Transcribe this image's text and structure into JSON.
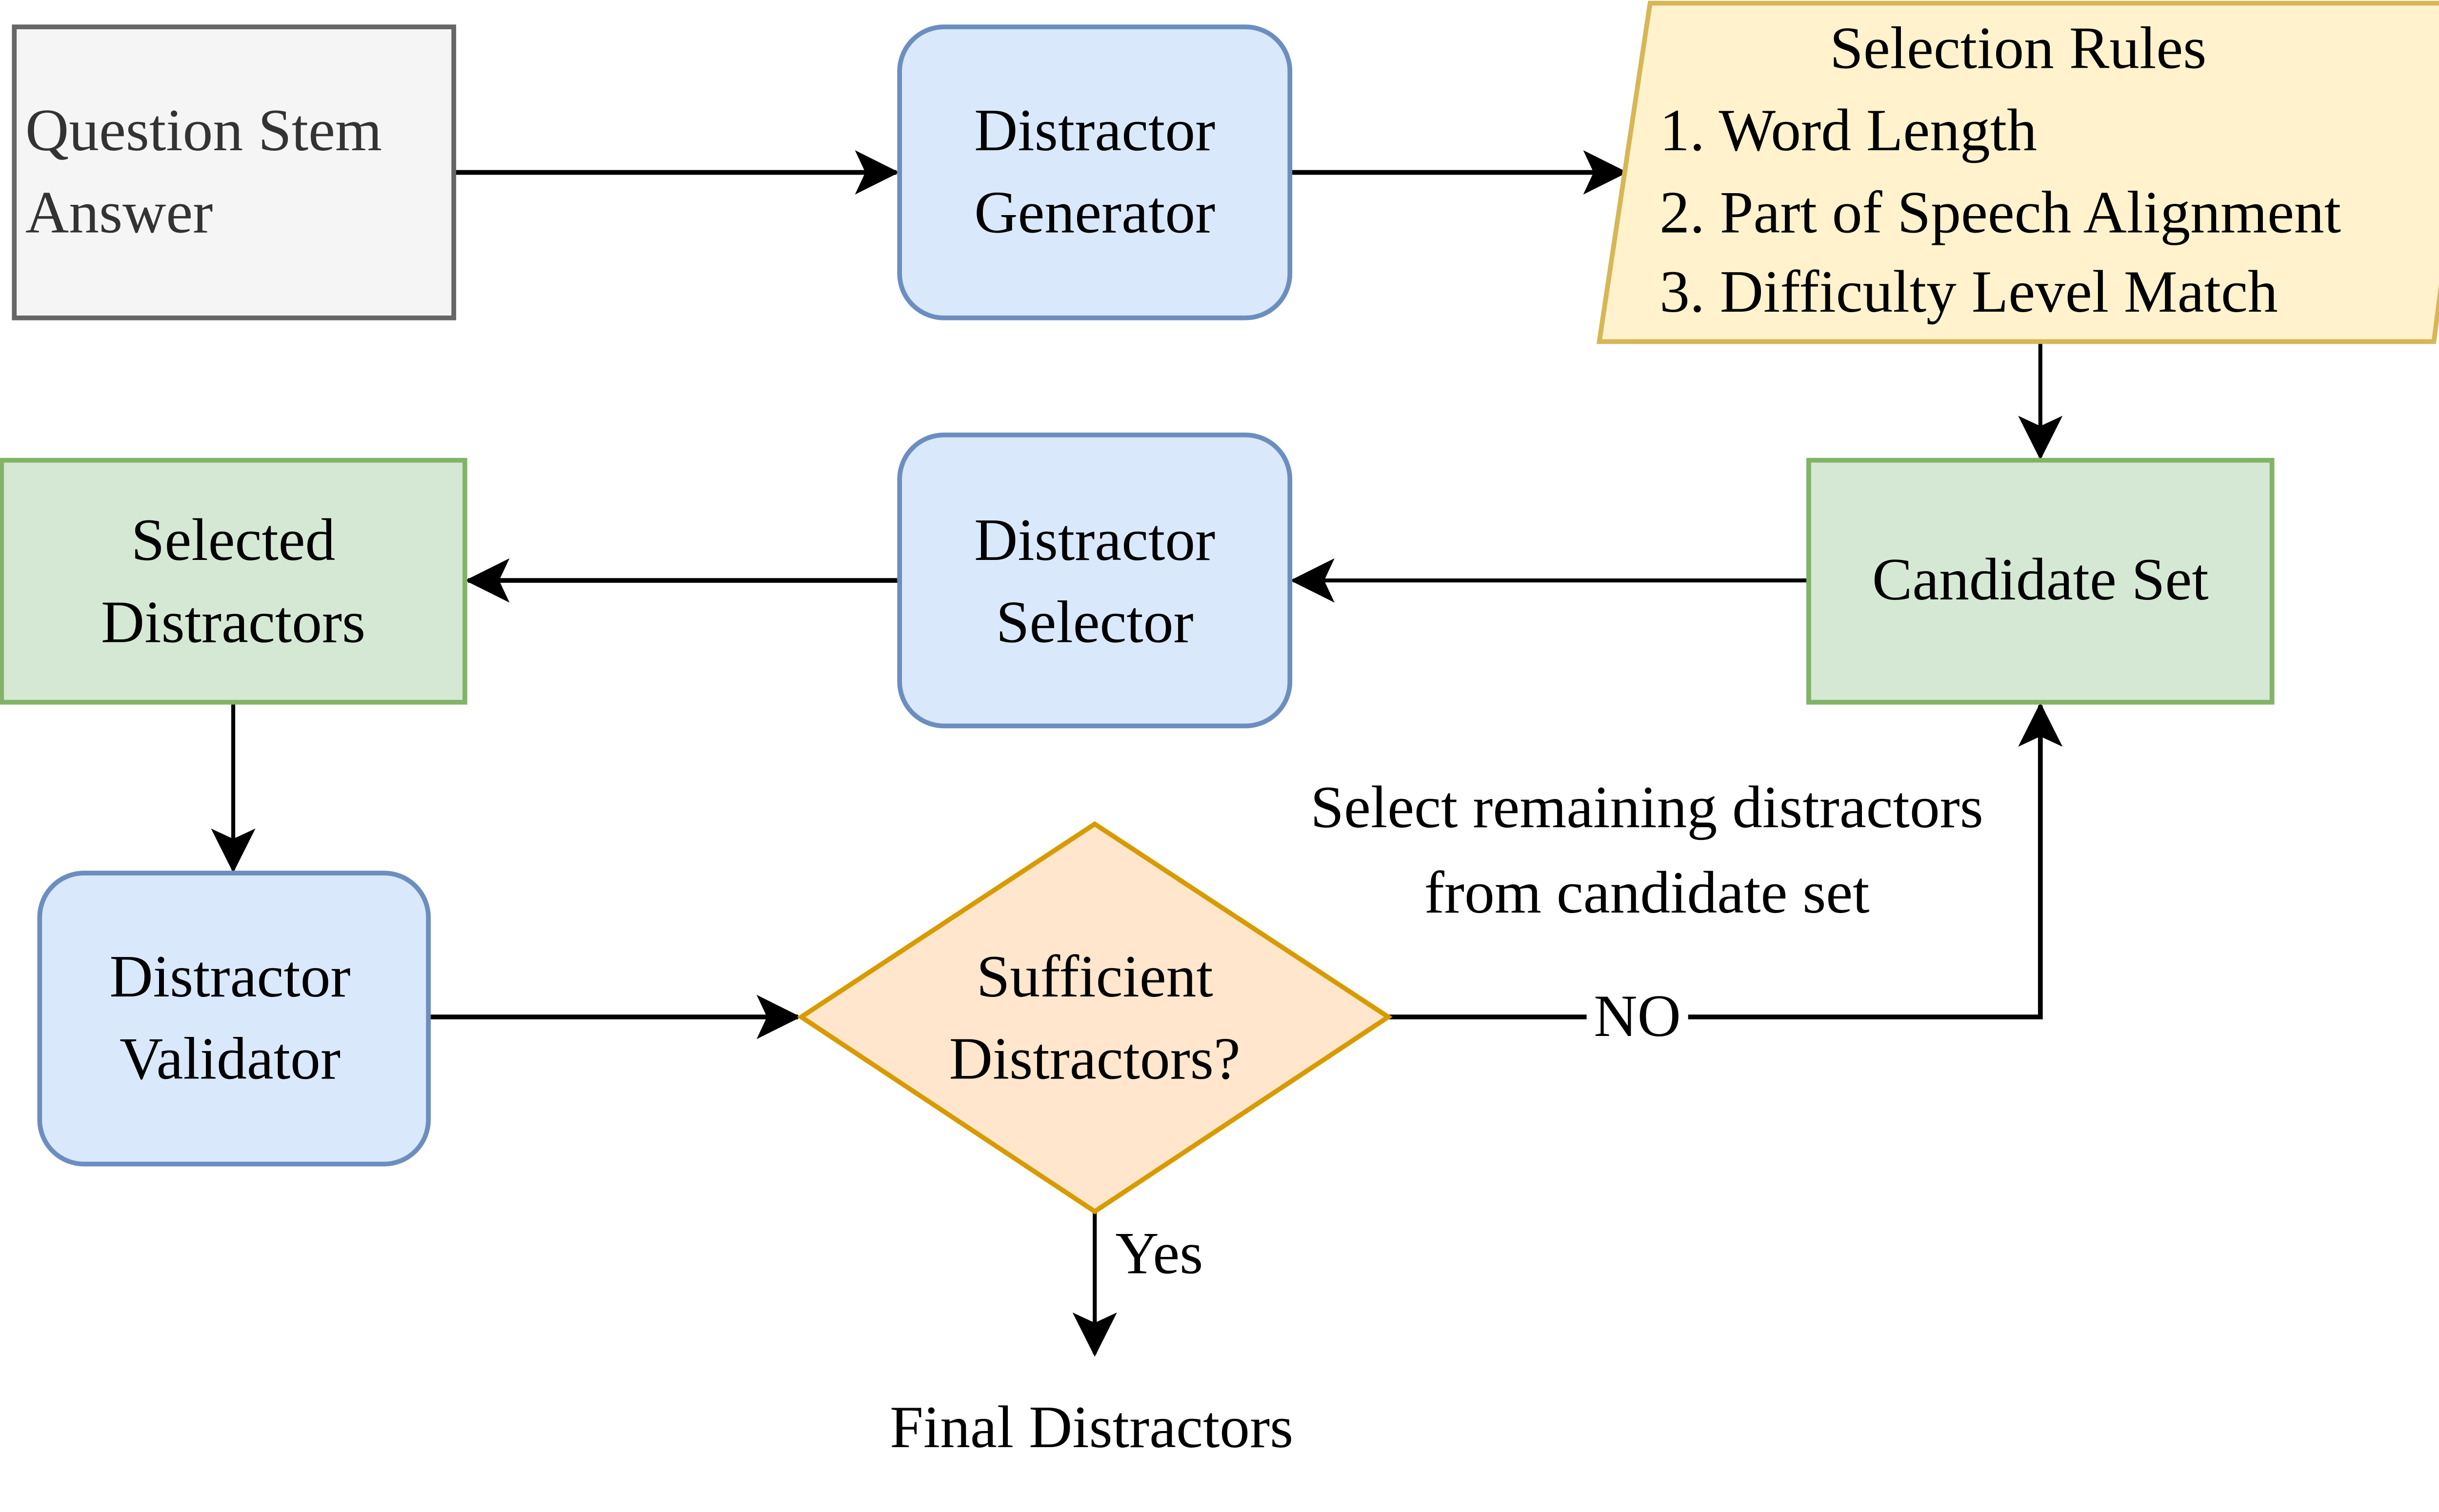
{
  "diagram": {
    "nodes": {
      "input": {
        "lines": [
          "Question Stem",
          "Answer"
        ],
        "fill": "#f5f5f5",
        "stroke": "#666666",
        "text_color": "#333333"
      },
      "generator": {
        "lines": [
          "Distractor",
          "Generator"
        ],
        "fill": "#dae8fc",
        "stroke": "#6c8ebf"
      },
      "rules": {
        "title": "Selection Rules",
        "items": [
          "1. Word Length",
          "2. Part of Speech Alignment",
          "3. Difficulty Level Match"
        ],
        "fill": "#fff2cc",
        "stroke": "#d6b656"
      },
      "candidate_set": {
        "lines": [
          "Candidate Set"
        ],
        "fill": "#d5e8d4",
        "stroke": "#82b366"
      },
      "selector": {
        "lines": [
          "Distractor",
          "Selector"
        ],
        "fill": "#dae8fc",
        "stroke": "#6c8ebf"
      },
      "selected": {
        "lines": [
          "Selected",
          "Distractors"
        ],
        "fill": "#d5e8d4",
        "stroke": "#82b366"
      },
      "validator": {
        "lines": [
          "Distractor",
          "Validator"
        ],
        "fill": "#dae8fc",
        "stroke": "#6c8ebf"
      },
      "decision": {
        "lines": [
          "Sufficient",
          "Distractors?"
        ],
        "fill": "#ffe6cc",
        "stroke": "#d79b00"
      },
      "final": {
        "lines": [
          "Final Distractors"
        ]
      }
    },
    "edges": {
      "no_label": "NO",
      "yes_label": "Yes",
      "loop_note": [
        "Select remaining distractors",
        "from candidate set"
      ]
    }
  }
}
